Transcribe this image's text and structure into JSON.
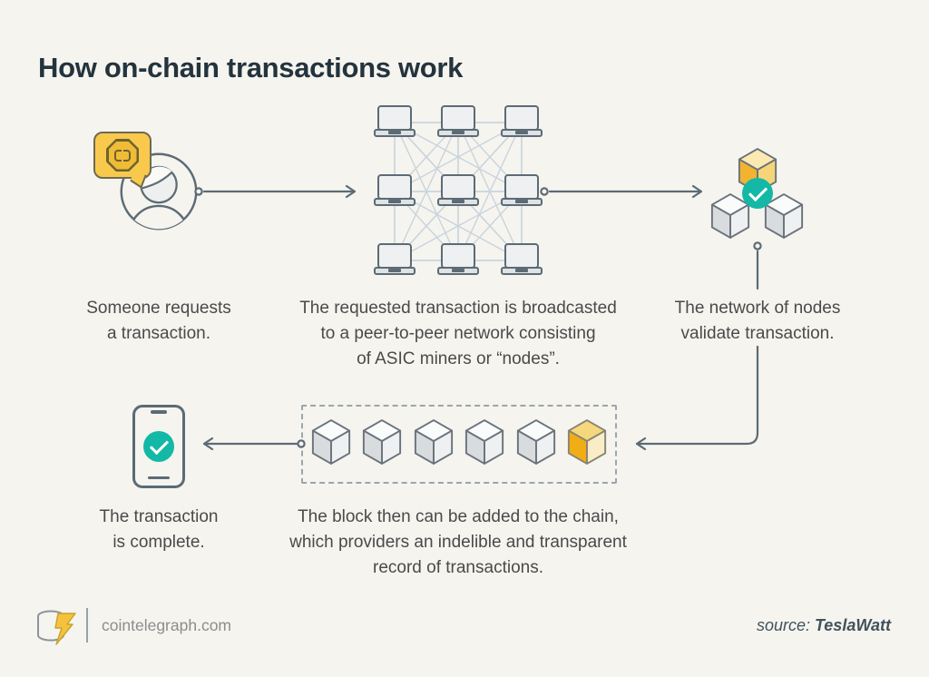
{
  "title": "How on-chain transactions work",
  "steps": [
    {
      "id": "request",
      "caption": "Someone requests\na transaction."
    },
    {
      "id": "broadcast",
      "caption": "The requested transaction is broadcasted\nto a peer-to-peer network consisting\nof ASIC miners or “nodes”."
    },
    {
      "id": "validate",
      "caption": "The network of nodes\nvalidate transaction."
    },
    {
      "id": "chain",
      "caption": "The block then can be added to the chain,\nwhich providers an indelible and transparent\nrecord of transactions."
    },
    {
      "id": "complete",
      "caption": "The transaction\nis complete."
    }
  ],
  "footer": {
    "site": "cointelegraph.com",
    "source_label": "source:",
    "source_name": "TeslaWatt"
  },
  "icons": [
    "speech-bubble-coin-icon",
    "user-icon",
    "computer-node-icon",
    "block-cube-icon",
    "check-icon",
    "smartphone-icon",
    "coins-logo-icon"
  ],
  "colors": {
    "background": "#f5f4ef",
    "outline": "#5c6b75",
    "mesh_line": "#c9d4dc",
    "accent_yellow": "#f5c33b",
    "accent_teal": "#14b8a6",
    "title_text": "#24333d",
    "caption_text": "#4a4a4a"
  }
}
